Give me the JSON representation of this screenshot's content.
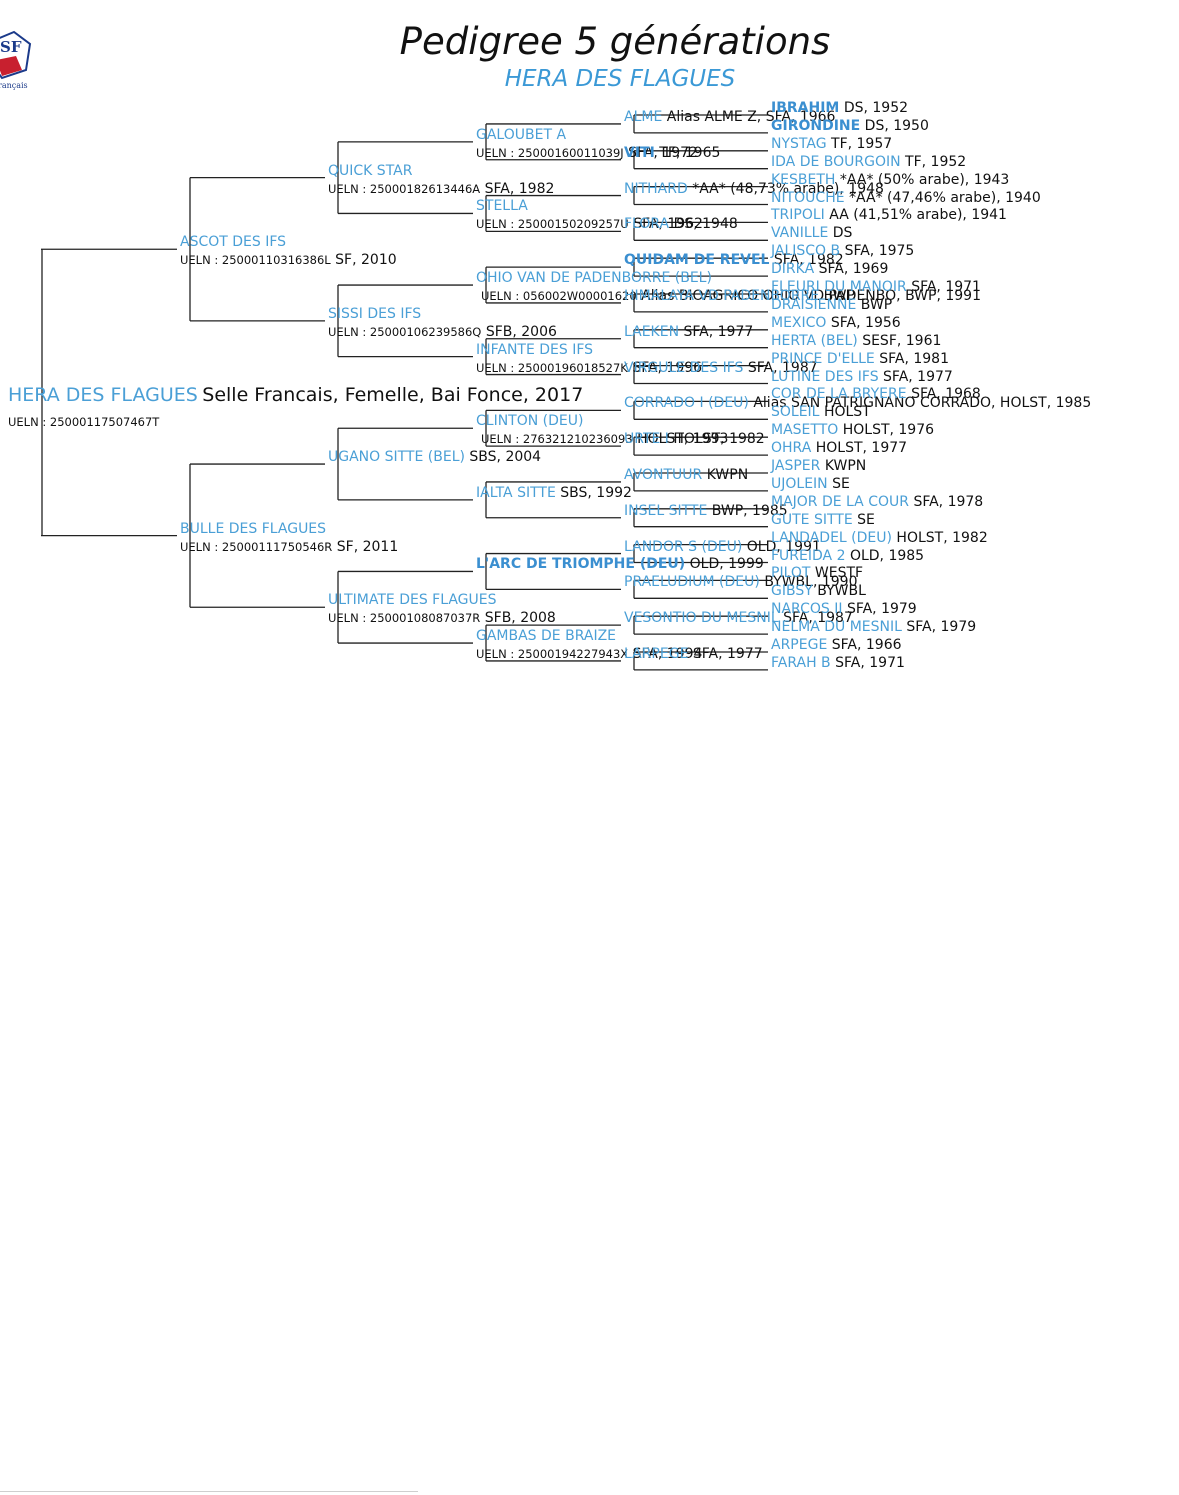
{
  "header": {
    "title": "Pedigree 5 générations",
    "subtitle": "HERA DES FLAGUES",
    "logo_text": "SF",
    "logo_caption": "rançais"
  },
  "subject": {
    "name": "HERA DES FLAGUES",
    "details": "Selle Francais, Femelle, Bai Fonce, 2017",
    "ueln_label": "UELN : 25000117507467T"
  },
  "gen1": [
    {
      "name": "ASCOT DES IFS",
      "ueln_label": "UELN : 25000110316386L",
      "details": "SF, 2010"
    },
    {
      "name": "BULLE DES FLAGUES",
      "ueln_label": "UELN : 25000111750546R",
      "details": "SF, 2011"
    }
  ],
  "gen2": [
    {
      "name": "QUICK STAR",
      "ueln_label": "UELN : 25000182613446A",
      "details": "SFA, 1982"
    },
    {
      "name": "SISSI DES IFS",
      "ueln_label": "UELN : 25000106239586Q",
      "details": "SFB, 2006"
    },
    {
      "name": "UGANO SITTE (BEL)",
      "ueln_label": "",
      "details": "SBS, 2004"
    },
    {
      "name": "ULTIMATE DES FLAGUES",
      "ueln_label": "UELN : 25000108087037R",
      "details": "SFB, 2008"
    }
  ],
  "gen3": [
    {
      "name": "GALOUBET A",
      "ueln_label": "UELN : 25000160011039J",
      "details": "SFA, 1972"
    },
    {
      "name": "STELLA",
      "ueln_label": "UELN : 25000150209257U",
      "details": "SFA, 1962"
    },
    {
      "name": "OHIO VAN DE PADENBORRE (BEL)",
      "ueln_label": "UELN : 056002W00001620",
      "details": "Alias BIOAGRICO OHIO VD PADENBO, BWP, 1991"
    },
    {
      "name": "INFANTE DES IFS",
      "ueln_label": "UELN : 25000196018527K",
      "details": "SFA, 1996"
    },
    {
      "name": "CLINTON (DEU)",
      "ueln_label": "UELN : 276321210236093",
      "details": "HOLST, 1993"
    },
    {
      "name": "IALTA SITTE",
      "ueln_label": "",
      "details": "SBS, 1992"
    },
    {
      "name": "L'ARC DE TRIOMPHE (DEU)",
      "ueln_label": "",
      "details": "OLD, 1999",
      "bold": true
    },
    {
      "name": "GAMBAS DE BRAIZE",
      "ueln_label": "UELN : 25000194227943X",
      "details": "SFA, 1994"
    }
  ],
  "gen4": [
    {
      "name": "ALME",
      "details": "Alias ALME Z, SFA, 1966"
    },
    {
      "name": "VITI",
      "details": "TF, 1965",
      "bold": true
    },
    {
      "name": "NITHARD",
      "details": "*AA* (48,73% arabe), 1948"
    },
    {
      "name": "FLORA",
      "details": "DS, 1948"
    },
    {
      "name": "QUIDAM DE REVEL",
      "details": "SFA, 1982",
      "bold": true
    },
    {
      "name": "HIMALAYA VD PADENBORRE",
      "details": "BWP"
    },
    {
      "name": "LAEKEN",
      "details": "SFA, 1977"
    },
    {
      "name": "VIRGULE DES IFS",
      "details": "SFA, 1987"
    },
    {
      "name": "CORRADO I (DEU)",
      "details": "Alias SAN PATRIGNANO CORRADO, HOLST, 1985"
    },
    {
      "name": "URTE I",
      "details": "HOLST, 1982"
    },
    {
      "name": "AVONTUUR",
      "details": "KWPN"
    },
    {
      "name": "INSEL SITTE",
      "details": "BWP, 1985"
    },
    {
      "name": "LANDOR S (DEU)",
      "details": "OLD, 1991"
    },
    {
      "name": "PRAELUDIUM (DEU)",
      "details": "BYWBL, 1990"
    },
    {
      "name": "VESONTIO DU MESNIL",
      "details": "SFA, 1987"
    },
    {
      "name": "LARPEGE",
      "details": "SFA, 1977"
    }
  ],
  "gen5": [
    {
      "name": "IBRAHIM",
      "details": "DS, 1952",
      "bold": true
    },
    {
      "name": "GIRONDINE",
      "details": "DS, 1950",
      "bold": true
    },
    {
      "name": "NYSTAG",
      "details": "TF, 1957"
    },
    {
      "name": "IDA DE BOURGOIN",
      "details": "TF, 1952"
    },
    {
      "name": "KESBETH",
      "details": "*AA* (50% arabe), 1943"
    },
    {
      "name": "NITOUCHE",
      "details": "*AA* (47,46% arabe), 1940"
    },
    {
      "name": "TRIPOLI",
      "details": "AA (41,51% arabe), 1941"
    },
    {
      "name": "VANILLE",
      "details": "DS"
    },
    {
      "name": "JALISCO B",
      "details": "SFA, 1975"
    },
    {
      "name": "DIRKA",
      "details": "SFA, 1969"
    },
    {
      "name": "FLEURI DU MANOIR",
      "details": "SFA, 1971"
    },
    {
      "name": "DRAISIENNE",
      "details": "BWP"
    },
    {
      "name": "MEXICO",
      "details": "SFA, 1956"
    },
    {
      "name": "HERTA (BEL)",
      "details": "SESF, 1961"
    },
    {
      "name": "PRINCE D'ELLE",
      "details": "SFA, 1981"
    },
    {
      "name": "LUTINE DES IFS",
      "details": "SFA, 1977"
    },
    {
      "name": "COR DE LA BRYERE",
      "details": "SFA, 1968"
    },
    {
      "name": "SOLEIL",
      "details": "HOLST"
    },
    {
      "name": "MASETTO",
      "details": "HOLST, 1976"
    },
    {
      "name": "OHRA",
      "details": "HOLST, 1977"
    },
    {
      "name": "JASPER",
      "details": "KWPN"
    },
    {
      "name": "UJOLEIN",
      "details": "SE"
    },
    {
      "name": "MAJOR DE LA COUR",
      "details": "SFA, 1978"
    },
    {
      "name": "GUTE SITTE",
      "details": "SE"
    },
    {
      "name": "LANDADEL (DEU)",
      "details": "HOLST, 1982"
    },
    {
      "name": "FUREIDA 2",
      "details": "OLD, 1985"
    },
    {
      "name": "PILOT",
      "details": "WESTF"
    },
    {
      "name": "GIBSY",
      "details": "BYWBL"
    },
    {
      "name": "NARCOS II",
      "details": "SFA, 1979"
    },
    {
      "name": "NELMA DU MESNIL",
      "details": "SFA, 1979"
    },
    {
      "name": "ARPEGE",
      "details": "SFA, 1966"
    },
    {
      "name": "FARAH B",
      "details": "SFA, 1971"
    }
  ]
}
